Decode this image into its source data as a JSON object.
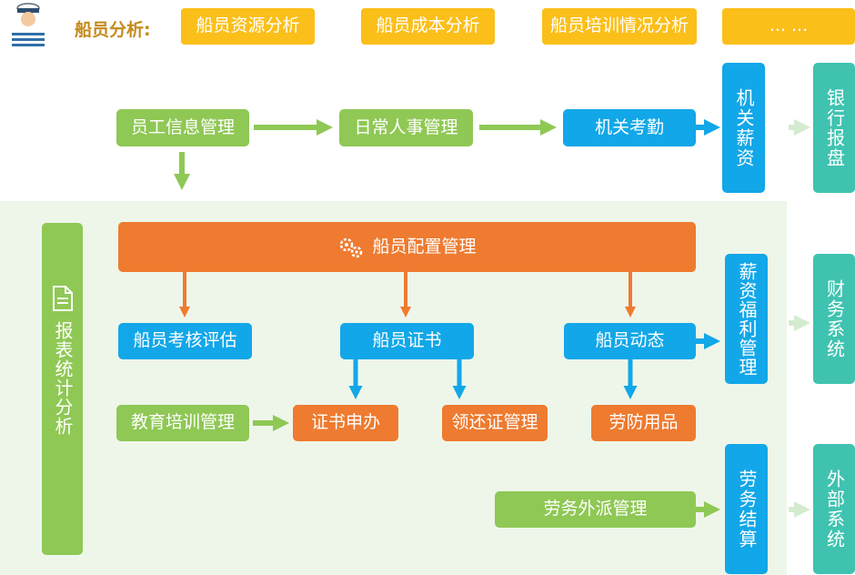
{
  "header": {
    "label": "船员分析:",
    "tabs": [
      "船员资源分析",
      "船员成本分析",
      "船员培训情况分析",
      "... ..."
    ]
  },
  "nodes": {
    "employee_info": "员工信息管理",
    "daily_hr": "日常人事管理",
    "attendance": "机关考勤",
    "office_salary": "机关薪资",
    "bank_disk": "银行报盘",
    "crew_config": "船员配置管理",
    "report_stats": "报表统计分析",
    "crew_eval": "船员考核评估",
    "crew_cert": "船员证书",
    "crew_dynamic": "船员动态",
    "salary_welfare": "薪资福利管理",
    "finance_system": "财务系统",
    "training_mgmt": "教育培训管理",
    "cert_apply": "证书申办",
    "cert_return": "领还证管理",
    "labor_supplies": "劳防用品",
    "labor_dispatch": "劳务外派管理",
    "labor_settlement": "劳务结算",
    "external_system": "外部系统"
  },
  "colors": {
    "green": "#8fc855",
    "blue": "#12a7e8",
    "orange": "#ee7b30",
    "teal": "#3fc3b0",
    "yellow": "#fbbf1a",
    "panel": "#eef6e9",
    "label_gold": "#c48a1a"
  },
  "icons": {
    "avatar": "sailor-avatar-icon",
    "gear": "gears-icon",
    "document": "document-icon"
  }
}
